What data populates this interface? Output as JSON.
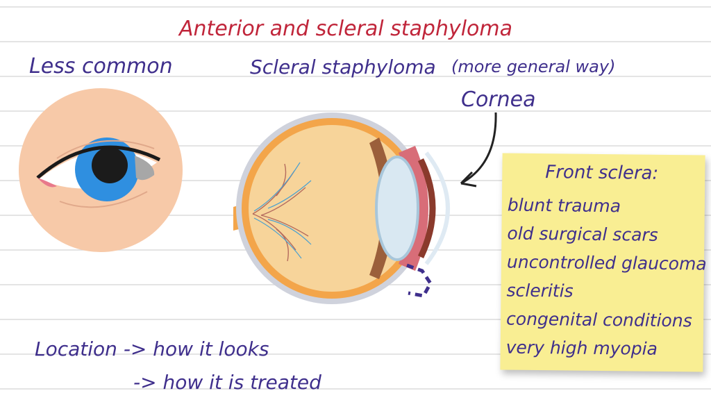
{
  "title": "Anterior and scleral staphyloma",
  "left_heading": "Less common",
  "center_heading": "Scleral staphyloma",
  "center_note": "(more general way)",
  "cornea_label": "Cornea",
  "sticky_note": {
    "heading": "Front sclera:",
    "items": [
      "blunt trauma",
      "old surgical scars",
      "uncontrolled glaucoma",
      "scleritis",
      "congenital conditions",
      "very high myopia"
    ]
  },
  "bottom": {
    "line1": "Location  -> how it looks",
    "line2": "-> how it is treated"
  },
  "colors": {
    "title": "#c0253a",
    "text": "#3f2f8c",
    "note_bg": "#f9ee93",
    "iris": "#2f8fe0",
    "skin": "#f7c9a8",
    "eyeball": "#f3a54a"
  }
}
